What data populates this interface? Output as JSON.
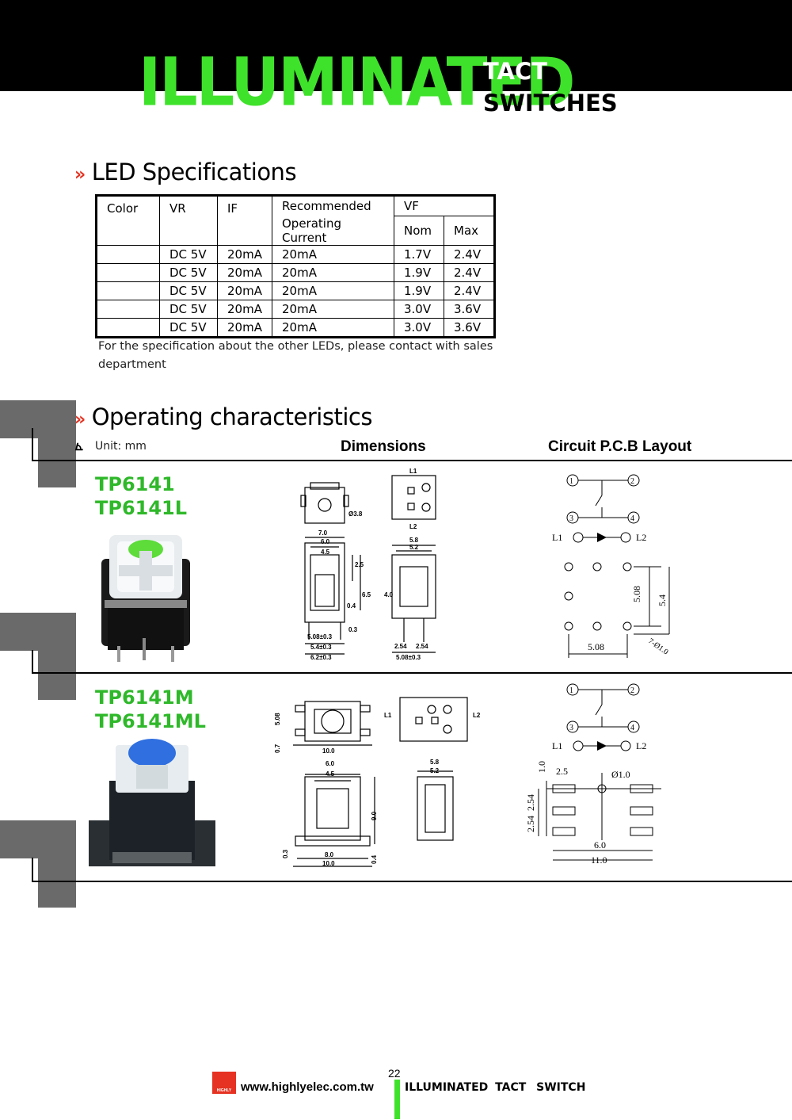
{
  "header": {
    "title_main": "ILLUMINATED",
    "title_line1": "TACT",
    "title_line2": "SWITCHES"
  },
  "led_section": {
    "heading_marker": "»",
    "heading": "LED Specifications",
    "table": {
      "headers": [
        "Color",
        "VR",
        "IF",
        "Recommended",
        "VF"
      ],
      "subheaders": [
        "Operating Current",
        "Nom",
        "Max"
      ],
      "rows": [
        [
          "",
          "DC 5V",
          "20mA",
          "20mA",
          "1.7V",
          "2.4V"
        ],
        [
          "",
          "DC 5V",
          "20mA",
          "20mA",
          "1.9V",
          "2.4V"
        ],
        [
          "",
          "DC 5V",
          "20mA",
          "20mA",
          "1.9V",
          "2.4V"
        ],
        [
          "",
          "DC 5V",
          "20mA",
          "20mA",
          "3.0V",
          "3.6V"
        ],
        [
          "",
          "DC 5V",
          "20mA",
          "20mA",
          "3.0V",
          "3.6V"
        ]
      ]
    },
    "note": "For the specification about the other LEDs, please contact with sales department"
  },
  "operating_section": {
    "heading_marker": "»",
    "heading": "Operating characteristics",
    "unit": "Unit: mm",
    "col_dimensions": "Dimensions",
    "col_circuit": "Circuit P.C.B Layout",
    "products": [
      {
        "model_a": "TP6141",
        "model_b": "TP6141L",
        "dim_labels": [
          "7.0",
          "6.0",
          "4.5",
          "2.5",
          "6.5",
          "0.4",
          "0.3",
          "5.08±0.3",
          "5.4±0.3",
          "6.2±0.3",
          "Ø3.8",
          "4.0",
          "5.8",
          "5.2",
          "2.54",
          "2.54",
          "5.08±0.3",
          "L1",
          "L2"
        ],
        "circuit_labels": [
          "1",
          "2",
          "3",
          "4",
          "L1",
          "L2",
          "5.08",
          "5.08",
          "5.4",
          "7-Ø1.0"
        ],
        "led_color": "#5ddc3a"
      },
      {
        "model_a": "TP6141M",
        "model_b": "TP6141ML",
        "dim_labels": [
          "5.08",
          "0.7",
          "10.0",
          "6.0",
          "4.5",
          "9.0",
          "0.3",
          "8.0",
          "10.0",
          "0.4",
          "5.8",
          "5.2",
          "L1",
          "L2"
        ],
        "circuit_labels": [
          "1",
          "2",
          "3",
          "4",
          "L1",
          "L2",
          "1.0",
          "2.5",
          "Ø1.0",
          "2.54",
          "2.54",
          "6.0",
          "11.0"
        ],
        "led_color": "#2f6fe0"
      }
    ]
  },
  "footer": {
    "page_number": "22",
    "url": "www.highlyelec.com.tw",
    "logo_text": "HIGHLY",
    "tag_1": "ILLUMINATED",
    "tag_2": "TACT",
    "tag_3": "SWITCH"
  },
  "colors": {
    "accent_green": "#3fe22a",
    "model_green": "#2fb82a",
    "arrow_red": "#e53222",
    "tab_grey": "#6a6a6a"
  }
}
